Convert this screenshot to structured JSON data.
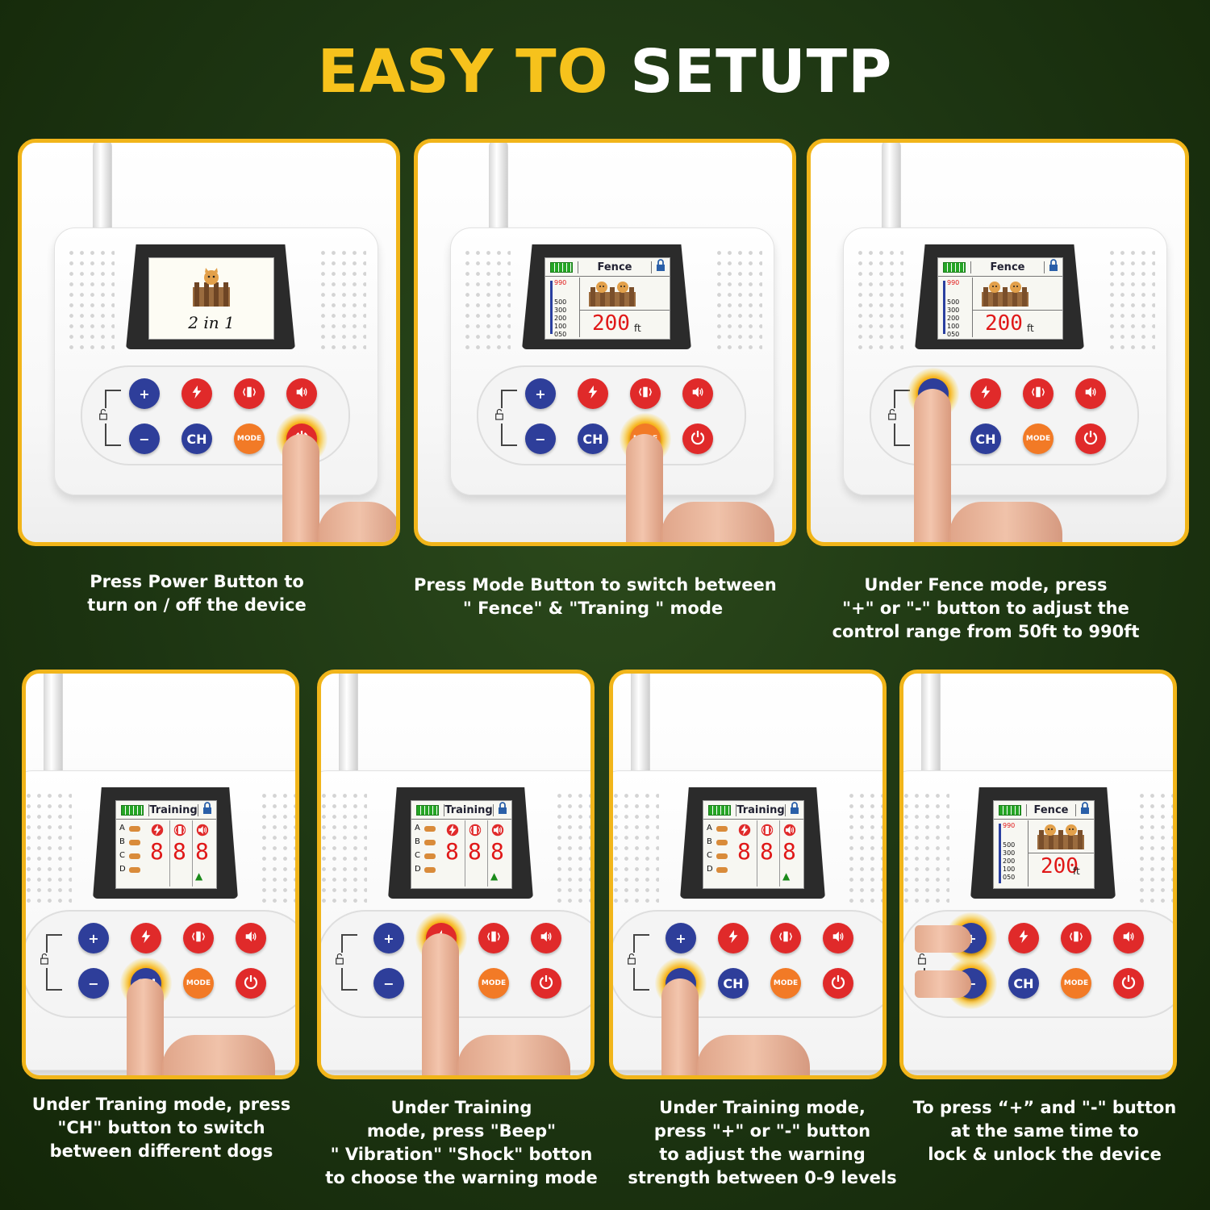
{
  "title": {
    "part1": "EASY TO",
    "part2": "SETUTP"
  },
  "colors": {
    "accent_yellow": "#f6c21c",
    "frame": "#f1b51a",
    "background": "#1d3512",
    "btn_blue": "#2e3e9a",
    "btn_red": "#e02a2a",
    "btn_orange": "#f27a26"
  },
  "device": {
    "splash_text": "2 in 1",
    "fence_label": "Fence",
    "training_label": "Training",
    "range_scale": [
      "990",
      "500",
      "300",
      "200",
      "100",
      "050"
    ],
    "range_value": "200",
    "range_unit": "ft",
    "dogs": [
      "A",
      "B",
      "C",
      "D"
    ],
    "levels": [
      "8",
      "8",
      "8"
    ],
    "btn_plus": "+",
    "btn_minus": "−",
    "btn_ch": "CH",
    "btn_mode": "MODE",
    "icons": [
      "shock-icon",
      "vibration-icon",
      "beep-icon",
      "power-icon",
      "lock-icon",
      "battery-icon"
    ]
  },
  "steps": [
    {
      "lines": [
        "Press Power Button to",
        "turn on / off the device"
      ]
    },
    {
      "lines": [
        "Press Mode Button to switch between",
        "\" Fence\" & \"Traning \" mode"
      ]
    },
    {
      "lines": [
        "Under Fence mode, press",
        "\"+\" or \"-\" button to adjust the",
        "control range from 50ft to 990ft"
      ]
    },
    {
      "lines": [
        "Under Traning mode, press",
        "\"CH\" button to switch",
        "between different dogs"
      ]
    },
    {
      "lines": [
        "Under Training",
        "mode, press \"Beep\"",
        "\" Vibration\" \"Shock\" botton",
        "to choose the warning mode"
      ]
    },
    {
      "lines": [
        "Under Training mode,",
        "press \"+\" or \"-\" button",
        "to adjust the warning",
        "strength between 0-9 levels"
      ]
    },
    {
      "lines": [
        "To press “+” and  \"-\" button",
        "at the same time to",
        "lock & unlock the device"
      ]
    }
  ]
}
